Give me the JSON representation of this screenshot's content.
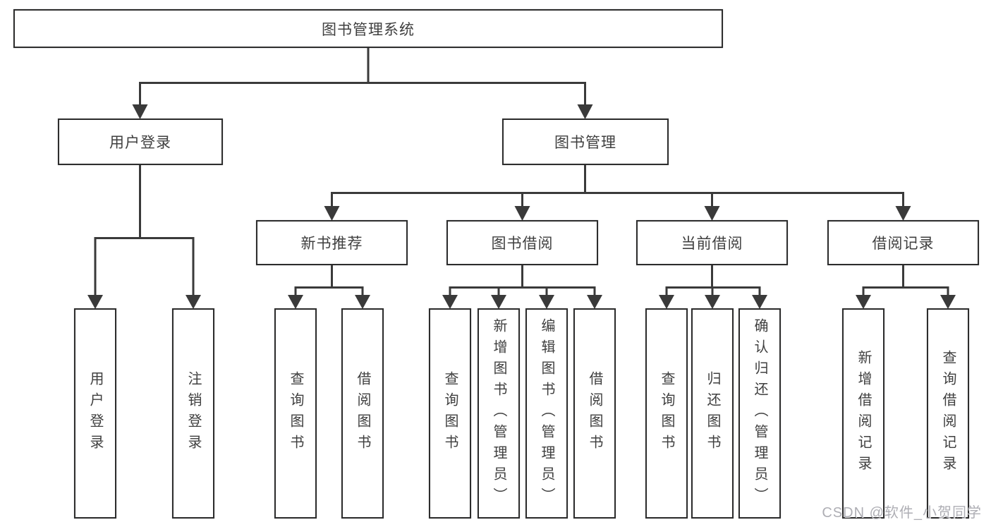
{
  "colors": {
    "line": "#3a3a3a",
    "border": "#2d2d2d",
    "text": "#3f3f3f",
    "watermark": "#aeaeb4",
    "background": "#ffffff"
  },
  "root": {
    "label": "图书管理系统"
  },
  "user_branch": {
    "label": "用户登录",
    "leaves": [
      {
        "label": "用户登录"
      },
      {
        "label": "注销登录"
      }
    ]
  },
  "mgmt_branch": {
    "label": "图书管理",
    "sections": [
      {
        "label": "新书推荐",
        "leaves": [
          {
            "label": "查询图书"
          },
          {
            "label": "借阅图书"
          }
        ]
      },
      {
        "label": "图书借阅",
        "leaves": [
          {
            "label": "查询图书"
          },
          {
            "label": "新增图书（管理员）"
          },
          {
            "label": "编辑图书（管理员）"
          },
          {
            "label": "借阅图书"
          }
        ]
      },
      {
        "label": "当前借阅",
        "leaves": [
          {
            "label": "查询图书"
          },
          {
            "label": "归还图书"
          },
          {
            "label": "确认归还（管理员）"
          }
        ]
      },
      {
        "label": "借阅记录",
        "leaves": [
          {
            "label": "新增借阅记录"
          },
          {
            "label": "查询借阅记录"
          }
        ]
      }
    ]
  },
  "watermark": "CSDN @软件_小贺同学"
}
